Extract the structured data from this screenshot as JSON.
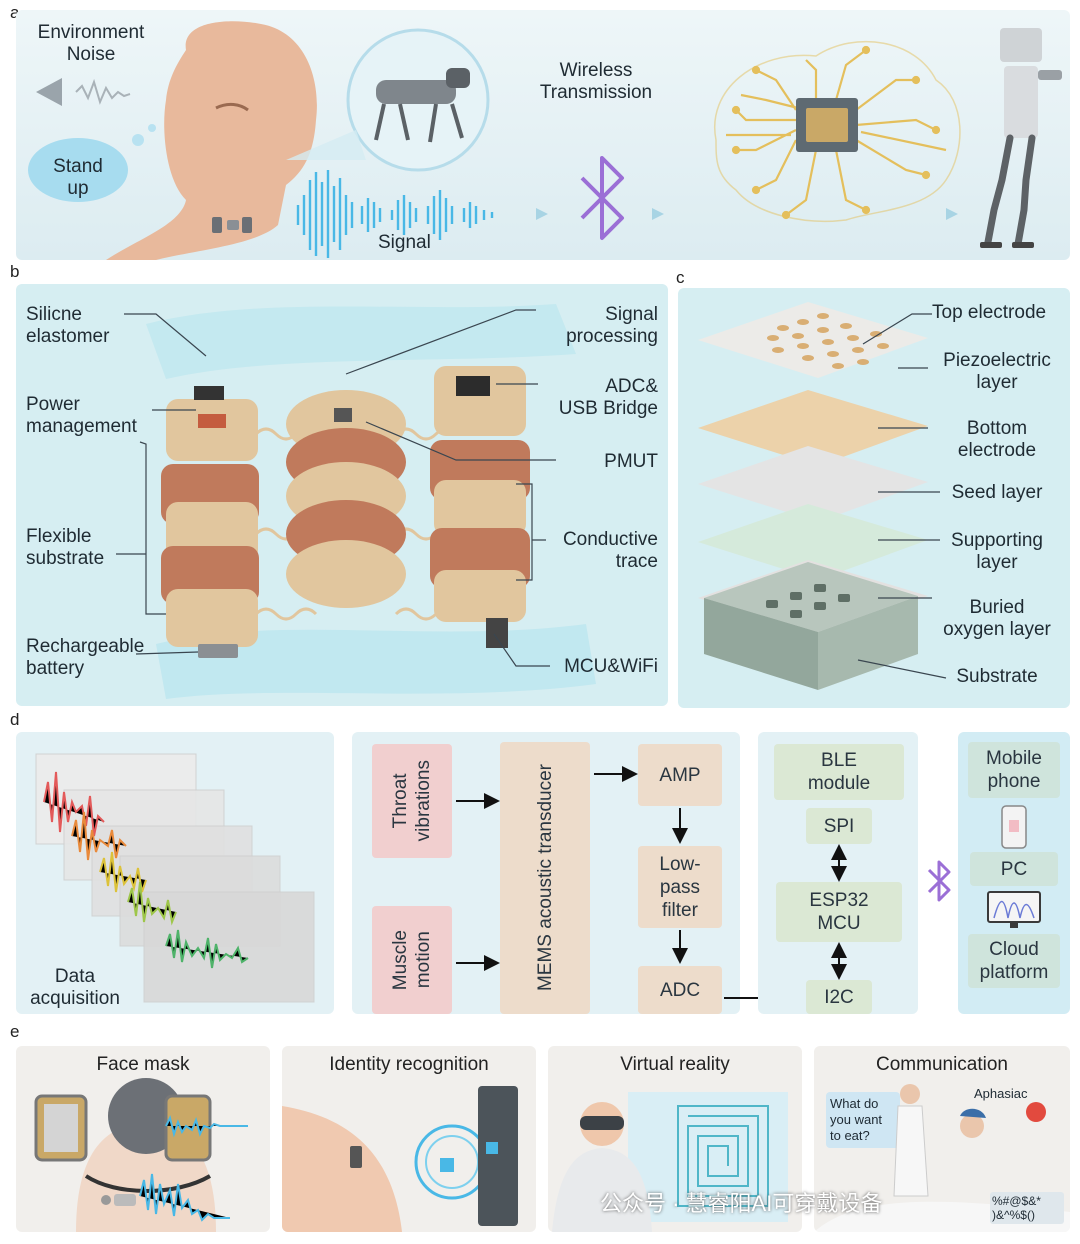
{
  "panels": {
    "a": "a",
    "b": "b",
    "c": "c",
    "d": "d",
    "e": "e"
  },
  "panel_a": {
    "environment_noise": "Environment\nNoise",
    "stand_up": "Stand\nup",
    "wireless_transmission": "Wireless\nTransmission",
    "signal": "Signal"
  },
  "panel_b": {
    "silicone_elastomer": "Silicne\nelastomer",
    "power_management": "Power\nmanagement",
    "flexible_substrate": "Flexible\nsubstrate",
    "rechargeable_battery": "Rechargeable\nbattery",
    "signal_processing": "Signal\nprocessing",
    "adc_usb_bridge": "ADC&\nUSB Bridge",
    "pmut": "PMUT",
    "conductive_trace": "Conductive\ntrace",
    "mcu_wifi": "MCU&WiFi"
  },
  "panel_c": {
    "top_electrode": "Top electrode",
    "piezoelectric_layer": "Piezoelectric\nlayer",
    "bottom_electrode": "Bottom\nelectrode",
    "seed_layer": "Seed layer",
    "supporting_layer": "Supporting\nlayer",
    "buried_oxygen_layer": "Buried\noxygen layer",
    "substrate": "Substrate"
  },
  "panel_d": {
    "data_acquisition": "Data\nacquisition",
    "throat_vibrations": "Throat\nvibrations",
    "muscle_motion": "Muscle\nmotion",
    "mems": "MEMS acoustic transducer",
    "amp": "AMP",
    "low_pass": "Low-\npass\nfilter",
    "adc": "ADC",
    "ble": "BLE\nmodule",
    "spi": "SPI",
    "esp32": "ESP32\nMCU",
    "i2c": "I2C",
    "mobile_phone": "Mobile\nphone",
    "pc": "PC",
    "cloud_platform": "Cloud\nplatform"
  },
  "panel_e": {
    "face_mask": "Face mask",
    "identity_recognition": "Identity recognition",
    "virtual_reality": "Virtual reality",
    "communication": "Communication",
    "question": "What do\nyou want\nto eat?",
    "aphasiac": "Aphasiac",
    "garbled": "%#@$&*\n)&^%$()"
  },
  "watermark": "公众号 · 慧睿阳AI可穿戴设备",
  "colors": {
    "panel_bg": "#e3f1f5",
    "panel_b_bg": "#d6eef2",
    "signal_wave": "#49b8e6",
    "bluetooth": "#9b6fd6",
    "circuit_gold": "#e4bf5c",
    "pcb_tan": "#e1c69e",
    "pcb_copper": "#c07a5c",
    "box_pink": "#f1cfcf",
    "box_tan": "#eddccb",
    "box_green": "#dbe8d4",
    "box_teal": "#cfe4dc"
  }
}
